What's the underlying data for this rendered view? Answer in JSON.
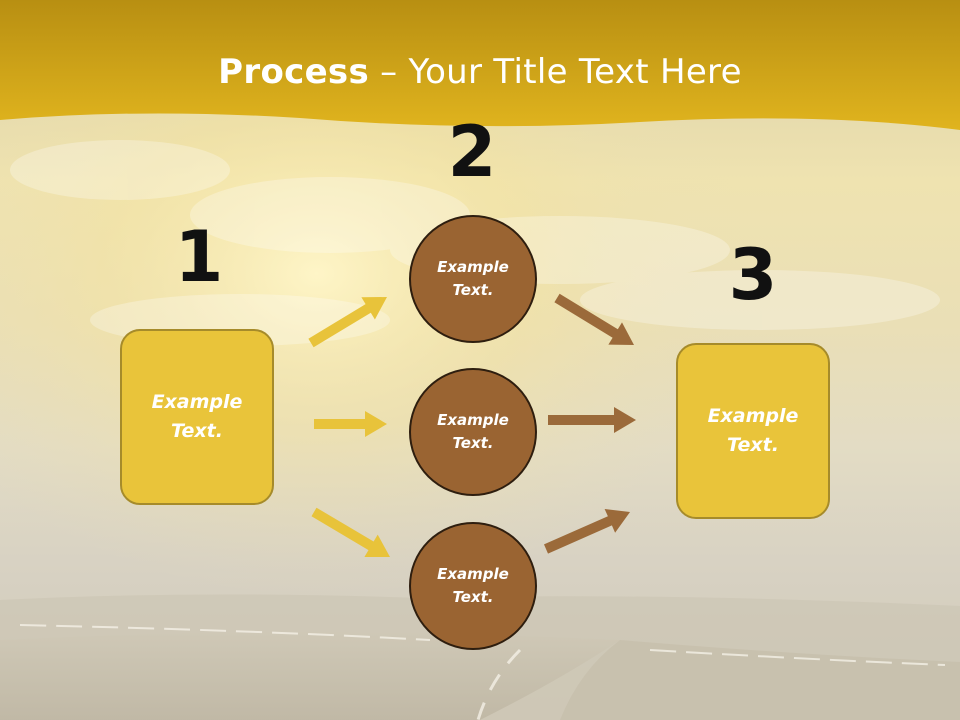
{
  "title": {
    "bold": "Process",
    "rest": " – Your Title Text Here"
  },
  "steps": [
    {
      "number": "1",
      "label": "Example\nText."
    },
    {
      "number": "2"
    },
    {
      "number": "3",
      "label": "Example\nText."
    }
  ],
  "circles": [
    {
      "label": "Example\nText."
    },
    {
      "label": "Example\nText."
    },
    {
      "label": "Example\nText."
    }
  ],
  "colors": {
    "banner": "#d6a91c",
    "box_fill": "#e9c43a",
    "circle_fill": "#9a6432",
    "arrow_left": "#e8c33a",
    "arrow_right": "#9b6a3a"
  }
}
